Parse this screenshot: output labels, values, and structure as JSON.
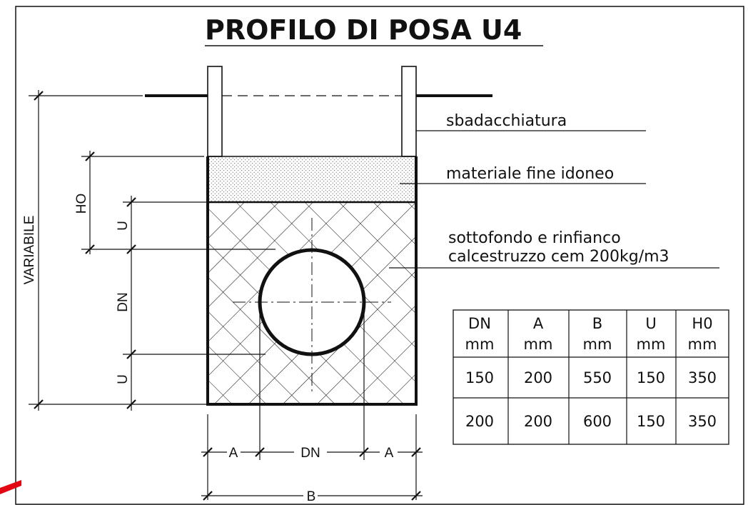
{
  "title": "PROFILO DI POSA U4",
  "labels": {
    "shoring": "sbadacchiatura",
    "fill": "materiale fine idoneo",
    "bedding_line1": "sottofondo e rinfianco",
    "bedding_line2": "calcestruzzo cem 200kg/m3"
  },
  "dimensions": {
    "variable": "VARIABILE",
    "h0": "HO",
    "u_top": "U",
    "dn_vertical": "DN",
    "u_bottom": "U",
    "a_left": "A",
    "dn_horizontal": "DN",
    "a_right": "A",
    "b": "B"
  },
  "table": {
    "headers": [
      {
        "name": "DN",
        "unit": "mm"
      },
      {
        "name": "A",
        "unit": "mm"
      },
      {
        "name": "B",
        "unit": "mm"
      },
      {
        "name": "U",
        "unit": "mm"
      },
      {
        "name": "H0",
        "unit": "mm"
      }
    ],
    "rows": [
      [
        "150",
        "200",
        "550",
        "150",
        "350"
      ],
      [
        "200",
        "200",
        "600",
        "150",
        "350"
      ]
    ]
  },
  "colors": {
    "ink": "#111111",
    "accent": "#e30613"
  }
}
